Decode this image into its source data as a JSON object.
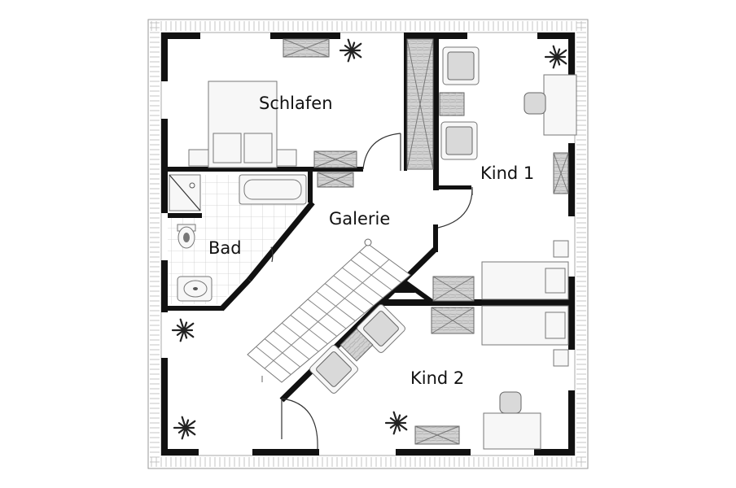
{
  "rooms": {
    "schlafen": "Schlafen",
    "kind1": "Kind 1",
    "galerie": "Galerie",
    "bad": "Bad",
    "kind2": "Kind 2"
  },
  "colors": {
    "wall": "#111111",
    "furniture": "#f7f7f7",
    "wood": "#cfcfcf",
    "background": "#ffffff"
  },
  "icons": [
    "plant-icon",
    "chair-icon",
    "bed-icon",
    "bathtub-icon",
    "shower-icon",
    "toilet-icon",
    "sink-icon",
    "staircase-icon"
  ]
}
